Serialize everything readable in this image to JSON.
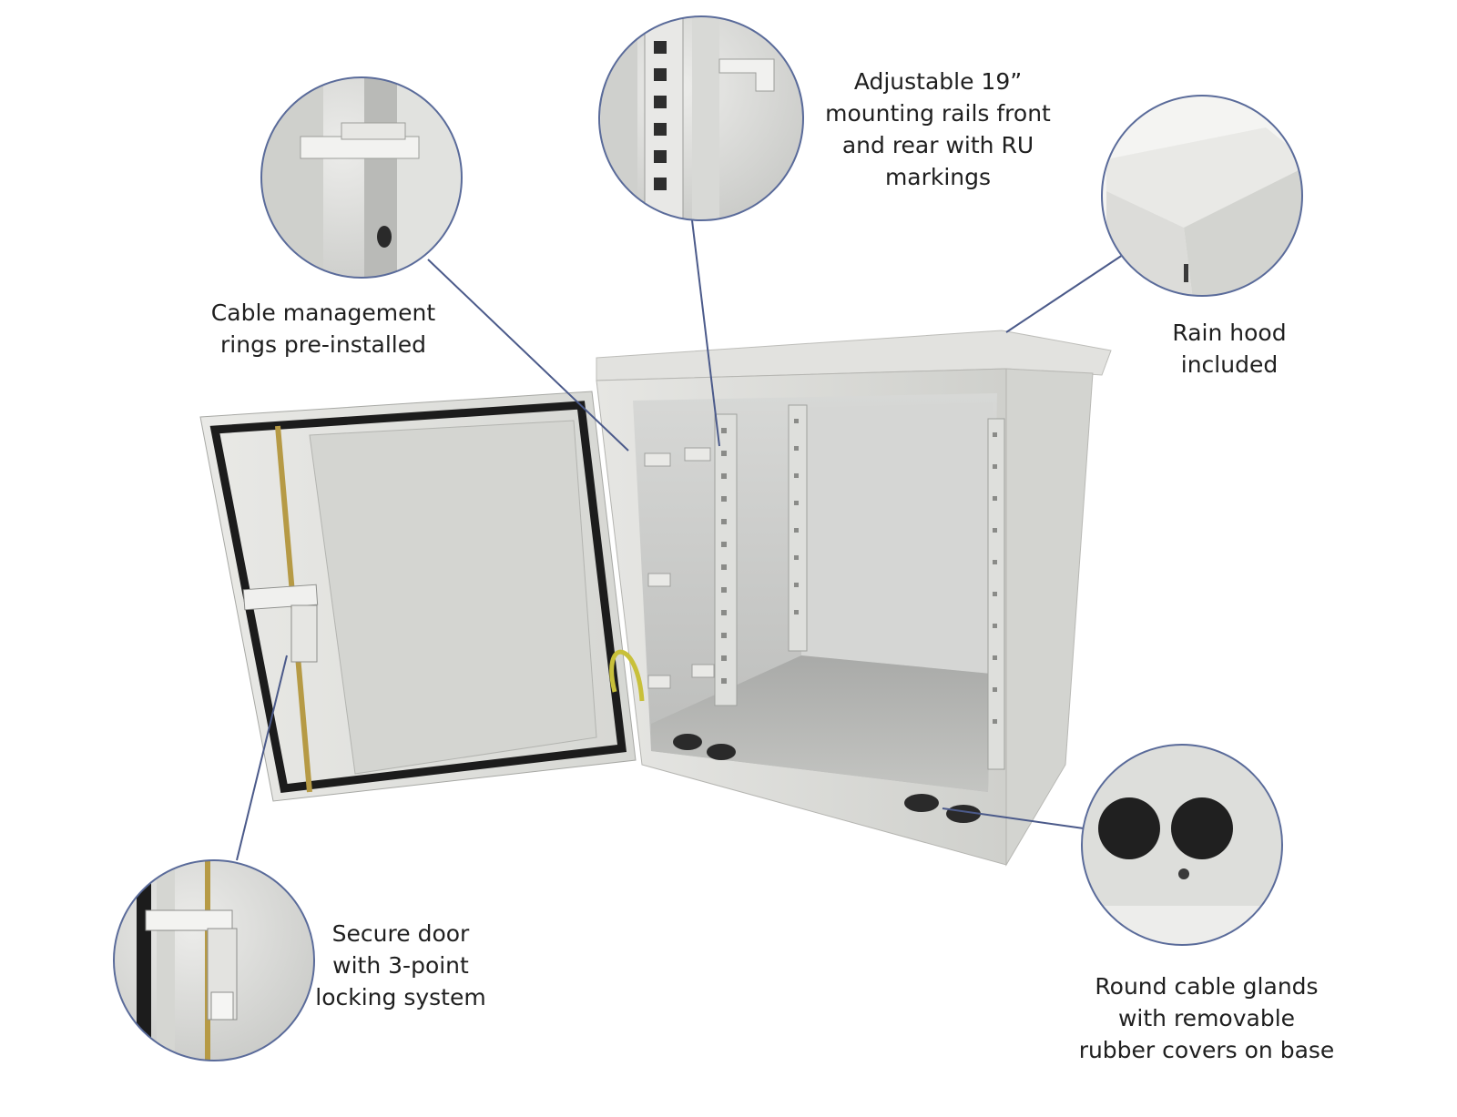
{
  "callouts": {
    "cable_rings": "Cable management\nrings pre-installed",
    "rails": "Adjustable 19”\nmounting rails front\nand rear with RU\nmarkings",
    "rain_hood": "Rain hood\nincluded",
    "door_lock": "Secure door\nwith 3-point\nlocking system",
    "cable_glands": "Round cable glands\nwith removable\nrubber covers on base"
  },
  "colors": {
    "leader_line": "#4b5a8a",
    "circle_border": "#5a6b9a",
    "enclosure_body": "#dcdcd8",
    "interior": "#c9cac8",
    "text": "#1f1f1f"
  }
}
